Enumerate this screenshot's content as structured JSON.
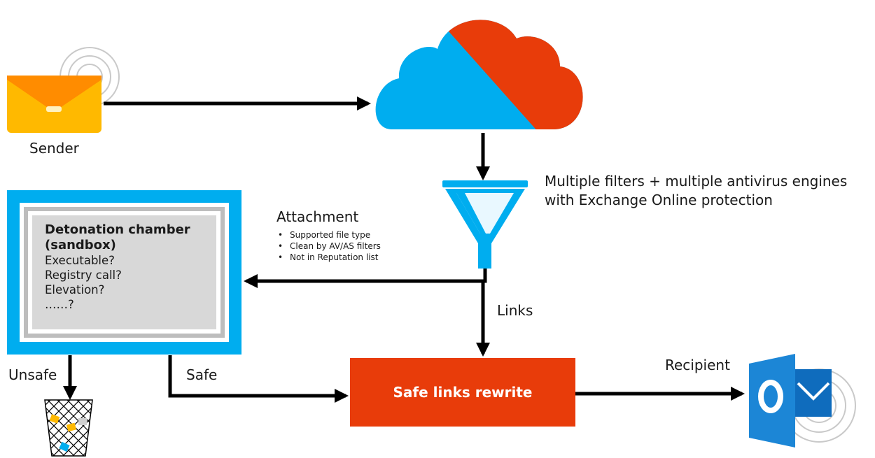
{
  "sender": {
    "label": "Sender"
  },
  "filters": {
    "line1": "Multiple filters + multiple antivirus engines",
    "line2": "with Exchange Online protection"
  },
  "attachment": {
    "title": "Attachment",
    "criteria": [
      "Supported file type",
      "Clean by AV/AS filters",
      "Not in Reputation list"
    ]
  },
  "chamber": {
    "title_line1": "Detonation chamber",
    "title_line2": "(sandbox)",
    "checks": [
      "Executable?",
      "Registry call?",
      "Elevation?",
      "……?"
    ]
  },
  "links": {
    "label": "Links"
  },
  "outcomes": {
    "unsafe": "Unsafe",
    "safe": "Safe"
  },
  "safe_links": {
    "label": "Safe links rewrite"
  },
  "recipient": {
    "label": "Recipient",
    "logo_letter": "O"
  },
  "colors": {
    "blue": "#00adef",
    "orange": "#e83c0a",
    "envelope": "#ffb900",
    "outlook_blue": "#0f6cbd",
    "arrow": "#000000"
  },
  "icons": [
    "envelope-icon",
    "cloud-icon",
    "funnel-icon",
    "trash-bin-icon",
    "outlook-icon"
  ]
}
